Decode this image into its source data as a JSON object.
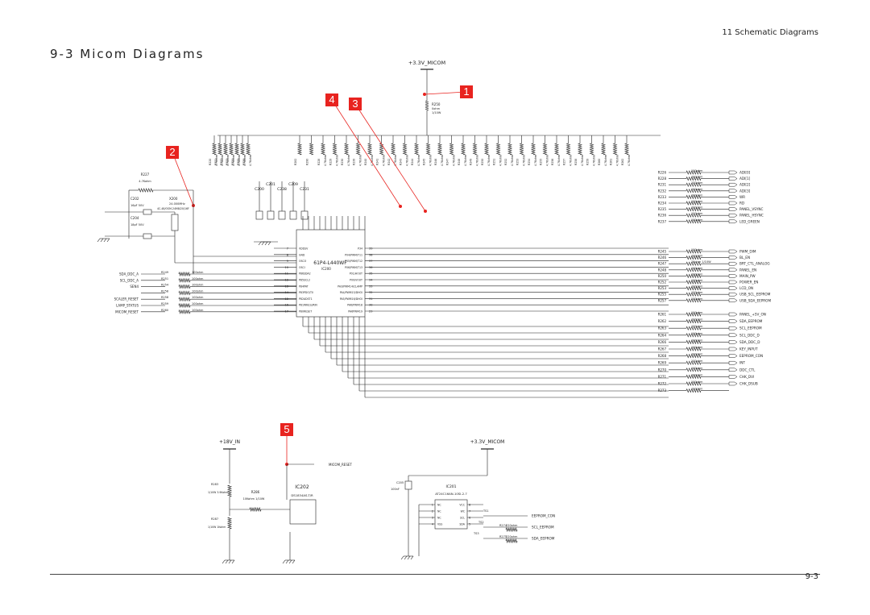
{
  "header": {
    "section": "11 Schematic Diagrams",
    "title": "9-3 Micom Diagrams"
  },
  "footer": {
    "page": "9-3"
  },
  "callouts": [
    "1",
    "2",
    "3",
    "4",
    "5"
  ],
  "colors": {
    "callout": "#e8231f",
    "line": "#222222"
  },
  "power": {
    "main": "+3.3V_MICOM",
    "supply_18v": "+18V_IN",
    "eeprom": "+3.3V_MICOM"
  },
  "ic": {
    "name": "61P4-L440WF",
    "ref": "IC200"
  },
  "ic_left_pins": [
    {
      "n": "7",
      "name": "VDDSV"
    },
    {
      "n": "8",
      "name": "GND"
    },
    {
      "n": "9",
      "name": "OSCO"
    },
    {
      "n": "10",
      "name": "OSCI"
    },
    {
      "n": "11",
      "name": "P86SDA2"
    },
    {
      "n": "12",
      "name": "P85SCL2"
    },
    {
      "n": "13",
      "name": "P84PAT"
    },
    {
      "n": "14",
      "name": "P83PDO/T0"
    },
    {
      "n": "15",
      "name": "P82ADST1"
    },
    {
      "n": "16",
      "name": "P81WR/LE/RIN"
    },
    {
      "n": "17",
      "name": "P80RESET"
    }
  ],
  "ic_right_pins": [
    {
      "n": "39",
      "name": "P34"
    },
    {
      "n": "38",
      "name": "P04/PWM/T11"
    },
    {
      "n": "37",
      "name": "P05/PWM/T12"
    },
    {
      "n": "36",
      "name": "P06/PWM/T13"
    },
    {
      "n": "35",
      "name": "P01/HOUT"
    },
    {
      "n": "34",
      "name": "P00/VOUT"
    },
    {
      "n": "33",
      "name": "PA3/PWM14/CLAMP"
    },
    {
      "n": "32",
      "name": "PA4/PWM15/DHOI"
    },
    {
      "n": "31",
      "name": "PA5/PWM16/DHOI"
    },
    {
      "n": "30",
      "name": "PA6/PWM18"
    },
    {
      "n": "29",
      "name": "PA6PWM19"
    }
  ],
  "left_signals": [
    {
      "name": "SDA_DDC_A",
      "res": "R249",
      "val": "100ohm"
    },
    {
      "name": "SCL_DDC_A",
      "res": "R251",
      "val": "100ohm"
    },
    {
      "name": "SEN4",
      "res": "R254",
      "val": "100ohm"
    },
    {
      "name": "",
      "res": "R258",
      "val": "100ohm"
    },
    {
      "name": "SCALER_RESET",
      "res": "R258",
      "val": "100ohm"
    },
    {
      "name": "LAMP_STATUS",
      "res": "R259",
      "val": "100ohm"
    },
    {
      "name": "MICOM_RESET",
      "res": "R260",
      "val": "100ohm"
    }
  ],
  "crystal": {
    "ref": "X200",
    "freq": "24.000MHz",
    "part": "4C-48/OSM-24M8/20/16F",
    "c1": "C202",
    "c1v": "16pF 50V",
    "c2": "C204",
    "c2v": "18pF 50V",
    "r": "R227",
    "rv": "4.7Kohm"
  },
  "caps_top": [
    {
      "ref": "C200",
      "val": "10V 10uF"
    },
    {
      "ref": "C201",
      "val": "10V 10uF"
    },
    {
      "ref": "C238",
      "val": "10uF 10V"
    },
    {
      "ref": "C209",
      "val": "10uF 10V"
    },
    {
      "ref": "C231",
      "val": "10uF 10V"
    }
  ],
  "pullups": [
    "R220",
    "R221",
    "R222",
    "R223",
    "R224",
    "R225",
    "R226",
    "R282",
    "R290",
    "R228",
    "R229",
    "R230",
    "R239",
    "R240",
    "R241",
    "R242",
    "R243",
    "R244",
    "R245",
    "R246",
    "R247",
    "R248",
    "R249",
    "R250",
    "R251",
    "R252",
    "R253",
    "R254",
    "R255",
    "R256",
    "R257",
    "R258",
    "R259",
    "R260",
    "R261",
    "R262"
  ],
  "pullup_val": "4.7Kohm",
  "r250": {
    "ref": "R250",
    "val": "0ohm",
    "w": "1/10W"
  },
  "right_top": [
    {
      "res": "R226",
      "val": "100ohm",
      "net": "ADI[0]"
    },
    {
      "res": "R228",
      "val": "100ohm",
      "net": "ADI[1]"
    },
    {
      "res": "R231",
      "val": "100ohm",
      "net": "ADI[2]"
    },
    {
      "res": "R232",
      "val": "100ohm",
      "net": "ADI[3]"
    },
    {
      "res": "R233",
      "val": "100ohm",
      "net": "WR"
    },
    {
      "res": "R234",
      "val": "100ohm",
      "net": "RD"
    },
    {
      "res": "R235",
      "val": "100ohm",
      "net": "PANEL_VSYNC"
    },
    {
      "res": "R236",
      "val": "100ohm",
      "net": "PANEL_HSYNC"
    },
    {
      "res": "R237",
      "val": "100ohm",
      "net": "LED_GREEN"
    }
  ],
  "right_mid": [
    {
      "res": "R245",
      "val": "100ohm",
      "net": "PWM_DIM"
    },
    {
      "res": "R246",
      "val": "100ohm",
      "net": "BL_EN"
    },
    {
      "res": "R247",
      "val": "1Kohm 1/10W",
      "net": "BRT_CTL_ANALOG"
    },
    {
      "res": "R248",
      "val": "100ohm",
      "net": "PANEL_EN"
    },
    {
      "res": "R250",
      "val": "100ohm",
      "net": "MAIN_PW"
    },
    {
      "res": "R252",
      "val": "100ohm",
      "net": "POWER_EN"
    },
    {
      "res": "R253",
      "val": "100ohm",
      "net": "LCD_ON"
    },
    {
      "res": "R255",
      "val": "100ohm",
      "net": "USB_SCL_EEPROM"
    },
    {
      "res": "R257",
      "val": "100ohm",
      "net": "USB_SDA_EEPROM"
    }
  ],
  "right_low": [
    {
      "res": "R261",
      "val": "100ohm",
      "net": "PANEL_+5V_ON"
    },
    {
      "res": "R262",
      "val": "100ohm",
      "net": "SDA_EEPROM"
    },
    {
      "res": "R263",
      "val": "100ohm",
      "net": "SCL_EEPROM"
    },
    {
      "res": "R264",
      "val": "100ohm",
      "net": "SCL_DDC_D"
    },
    {
      "res": "R266",
      "val": "100ohm",
      "net": "SDA_DDC_D"
    },
    {
      "res": "R267",
      "val": "100ohm",
      "net": "KEY_INPUT"
    },
    {
      "res": "R268",
      "val": "100ohm",
      "net": "EEPROM_CON"
    },
    {
      "res": "R269",
      "val": "100ohm",
      "net": "INT"
    },
    {
      "res": "R270",
      "val": "100ohm",
      "net": "DDC_CTL"
    },
    {
      "res": "R271",
      "val": "100ohm",
      "net": "CHK_DVI"
    },
    {
      "res": "R272",
      "val": "100ohm",
      "net": "CHK_DSUB"
    },
    {
      "res": "R273",
      "val": "100ohm",
      "net": ""
    }
  ],
  "reset_ic": {
    "ref": "IC202",
    "part": "DS1834AS-T/R",
    "net": "MICOM_RESET",
    "r1": "R283",
    "r1v": "1/10W 3.9Kohm",
    "r2": "R286",
    "r2v": "10Kohm 1/10W",
    "r3": "R287",
    "r3v": "1/10W 1Kohm"
  },
  "eeprom_ic": {
    "ref": "IC201",
    "part": "AT24C16AN-10SI-2.7",
    "cap": "C205",
    "capv": "100nF",
    "pins": [
      [
        "1",
        "NC",
        "VCC",
        "8"
      ],
      [
        "2",
        "NC",
        "WC",
        "7"
      ],
      [
        "3",
        "NC",
        "SCL",
        "6"
      ],
      [
        "4",
        "VSS",
        "SDA",
        "5"
      ]
    ],
    "nets": [
      {
        "net": "EEPROM_CON",
        "res": ""
      },
      {
        "net": "SCL_EEPROM",
        "res": "R274",
        "val": "220ohm"
      },
      {
        "net": "SDA_EEPROM",
        "res": "R275",
        "val": "220ohm"
      }
    ],
    "tp": [
      "TS1",
      "TS2",
      "TS3"
    ]
  }
}
